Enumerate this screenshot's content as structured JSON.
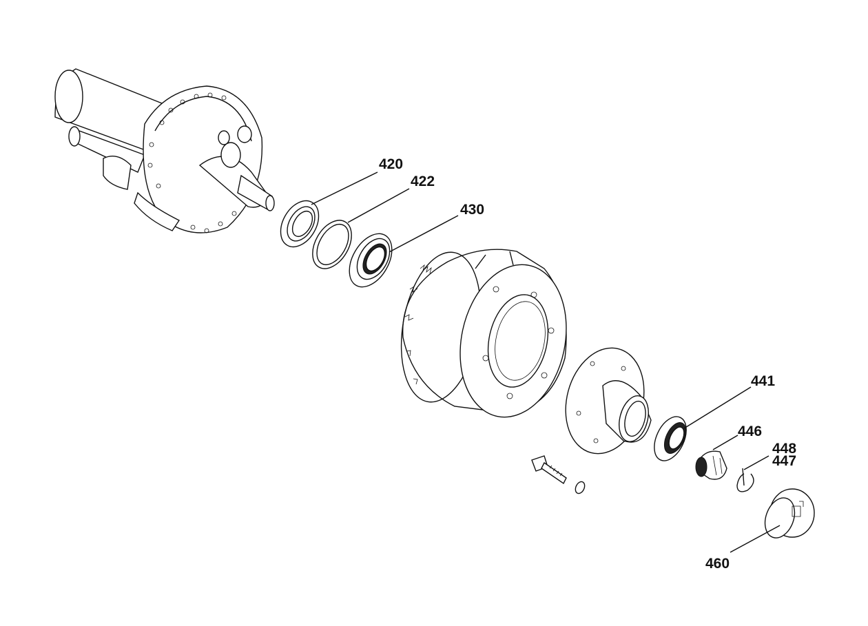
{
  "diagram": {
    "type": "exploded parts diagram",
    "callouts": [
      {
        "id": "420",
        "label": "420"
      },
      {
        "id": "422",
        "label": "422"
      },
      {
        "id": "430",
        "label": "430"
      },
      {
        "id": "441",
        "label": "441"
      },
      {
        "id": "446",
        "label": "446"
      },
      {
        "id": "448",
        "label": "448"
      },
      {
        "id": "447",
        "label": "447"
      },
      {
        "id": "460",
        "label": "460"
      }
    ]
  }
}
